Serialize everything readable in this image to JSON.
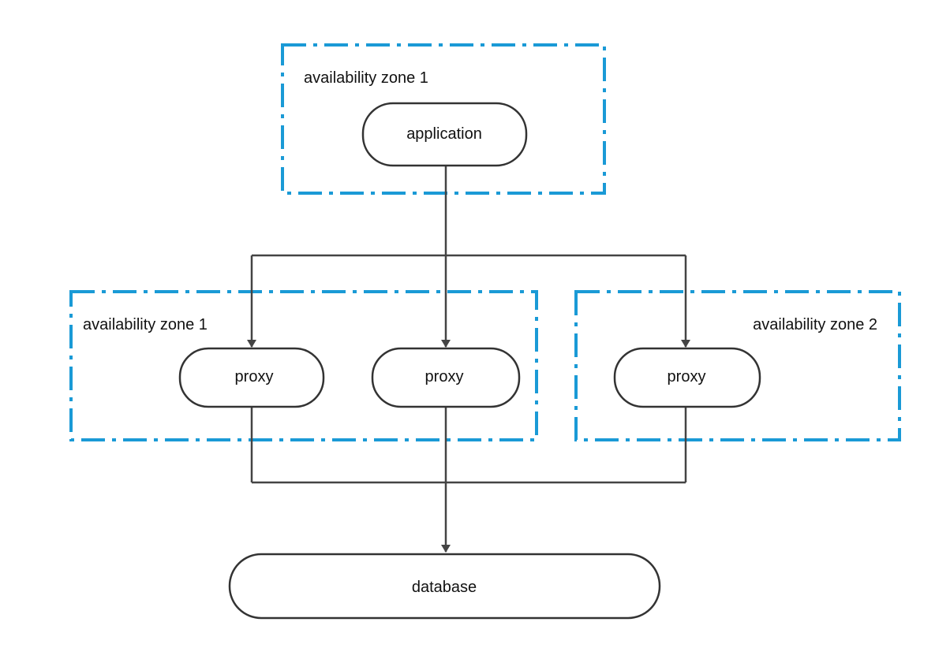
{
  "diagram": {
    "colors": {
      "zone_border": "#1a9ad6",
      "node_border": "#333333",
      "edge": "#444444"
    },
    "zones": {
      "top": {
        "label": "availability zone 1"
      },
      "middle_left": {
        "label": "availability zone 1"
      },
      "middle_right": {
        "label": "availability zone 2"
      }
    },
    "nodes": {
      "application": {
        "label": "application"
      },
      "proxy_left": {
        "label": "proxy"
      },
      "proxy_center": {
        "label": "proxy"
      },
      "proxy_right": {
        "label": "proxy"
      },
      "database": {
        "label": "database"
      }
    }
  }
}
